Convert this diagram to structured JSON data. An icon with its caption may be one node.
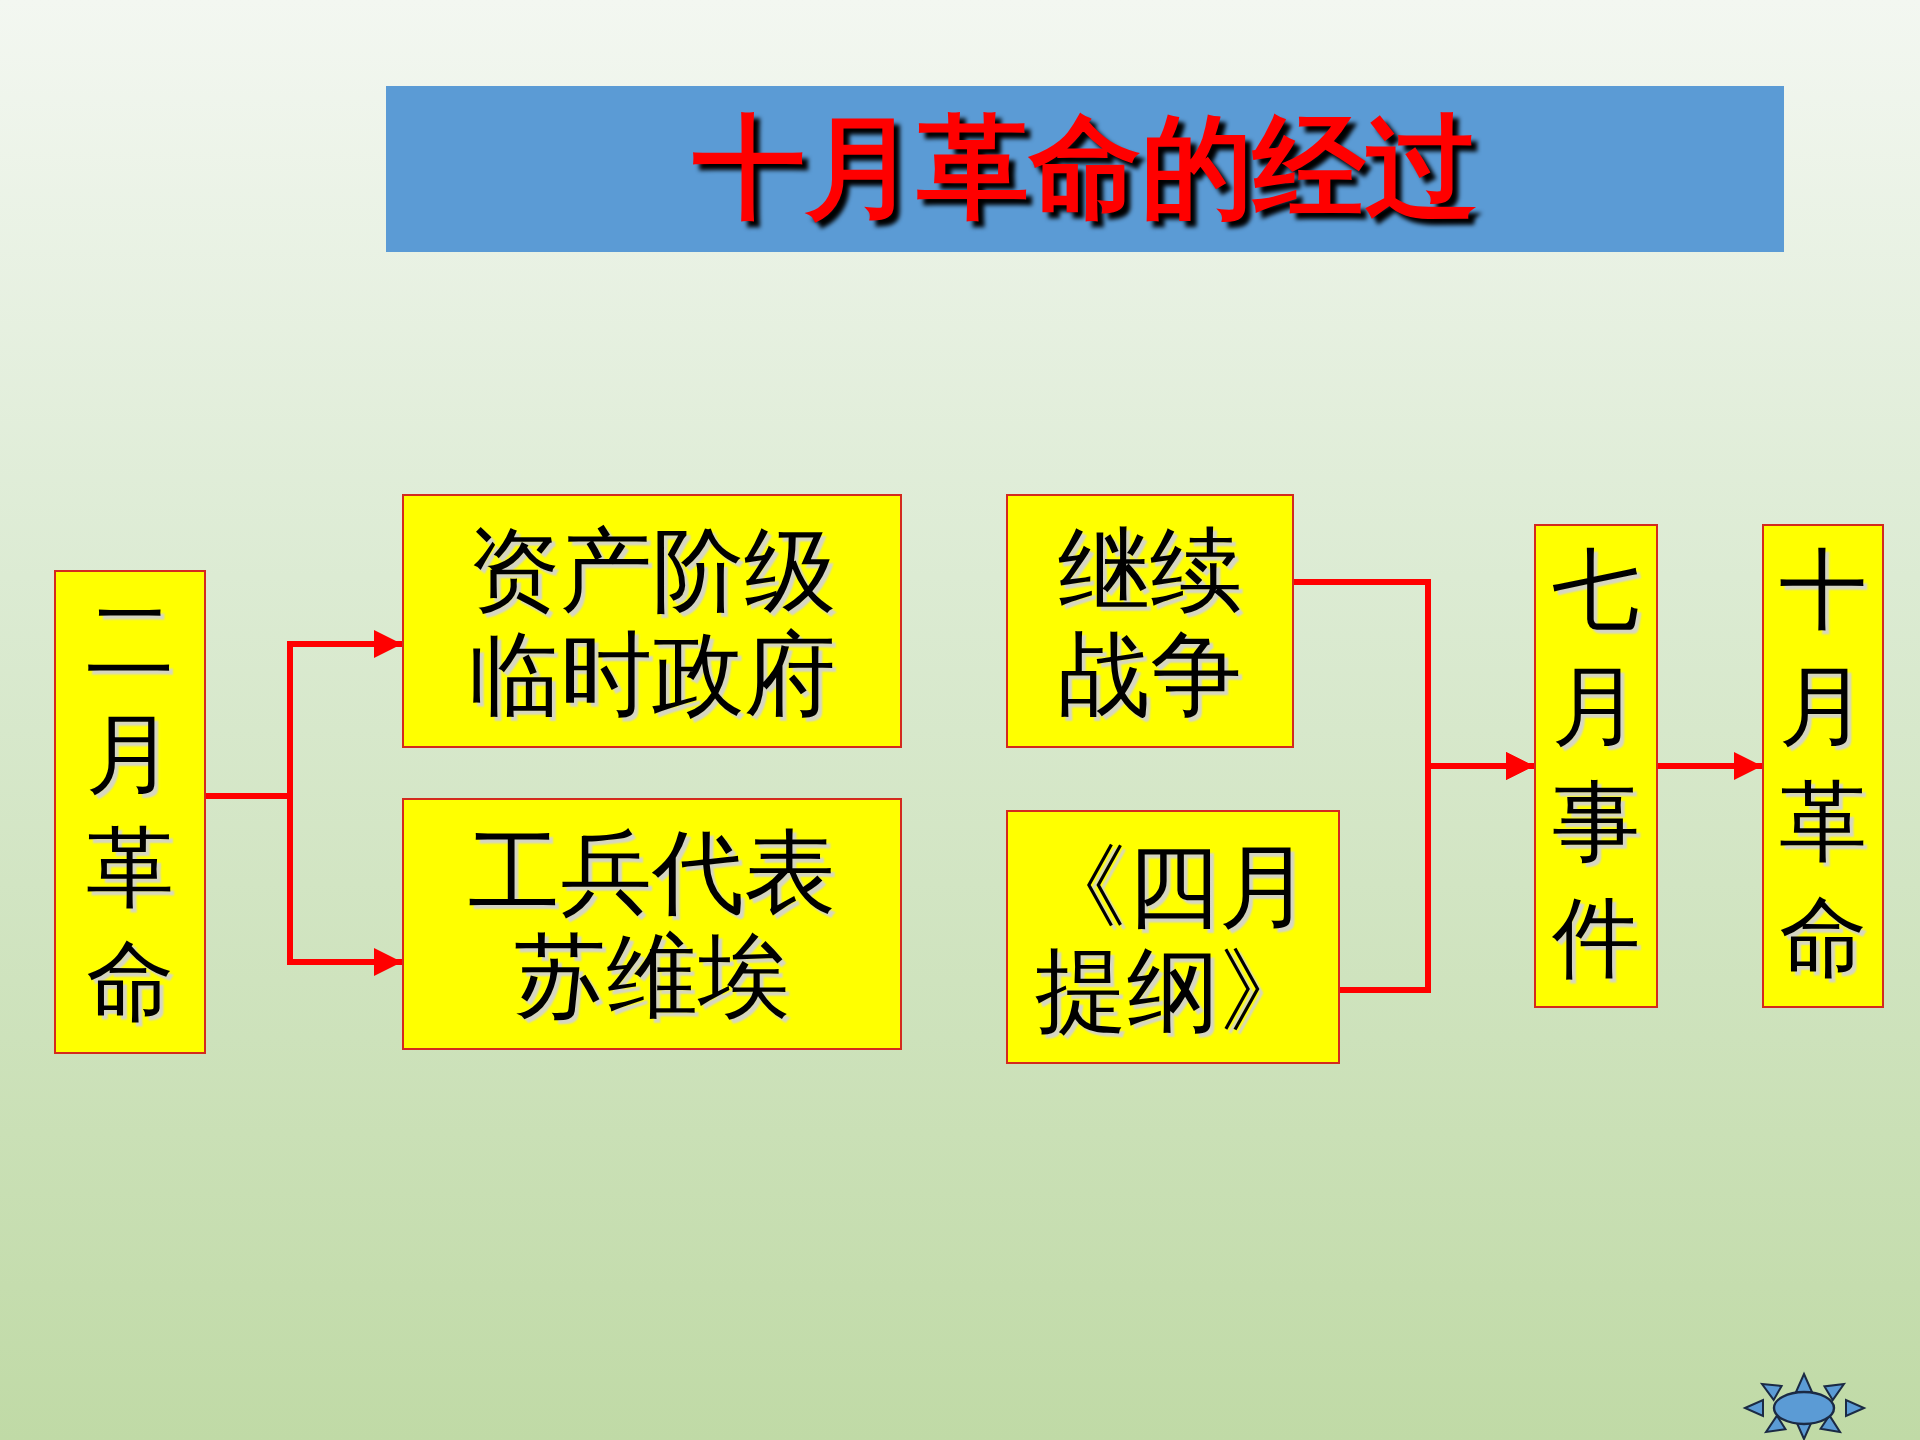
{
  "diagram": {
    "title": "十月革命的经过",
    "nodes": [
      {
        "text": [
          "二月革命"
        ]
      },
      {
        "text": [
          "资产阶级临时政府"
        ]
      },
      {
        "text": [
          "工兵代表苏维埃"
        ]
      },
      {
        "text": [
          "继续战争"
        ]
      },
      {
        "text": [
          "《四月提纲》"
        ]
      },
      {
        "text": [
          "七月事件"
        ]
      },
      {
        "text": [
          "十月革命"
        ]
      }
    ],
    "edges": [
      {
        "from": 0,
        "to": 1,
        "arrow": "to"
      },
      {
        "from": 0,
        "to": 2,
        "arrow": "to"
      },
      {
        "from": 3,
        "to": 5,
        "arrow": "to"
      },
      {
        "from": 4,
        "to": 5,
        "arrow": "to"
      },
      {
        "from": 5,
        "to": 6,
        "arrow": "to"
      }
    ]
  }
}
